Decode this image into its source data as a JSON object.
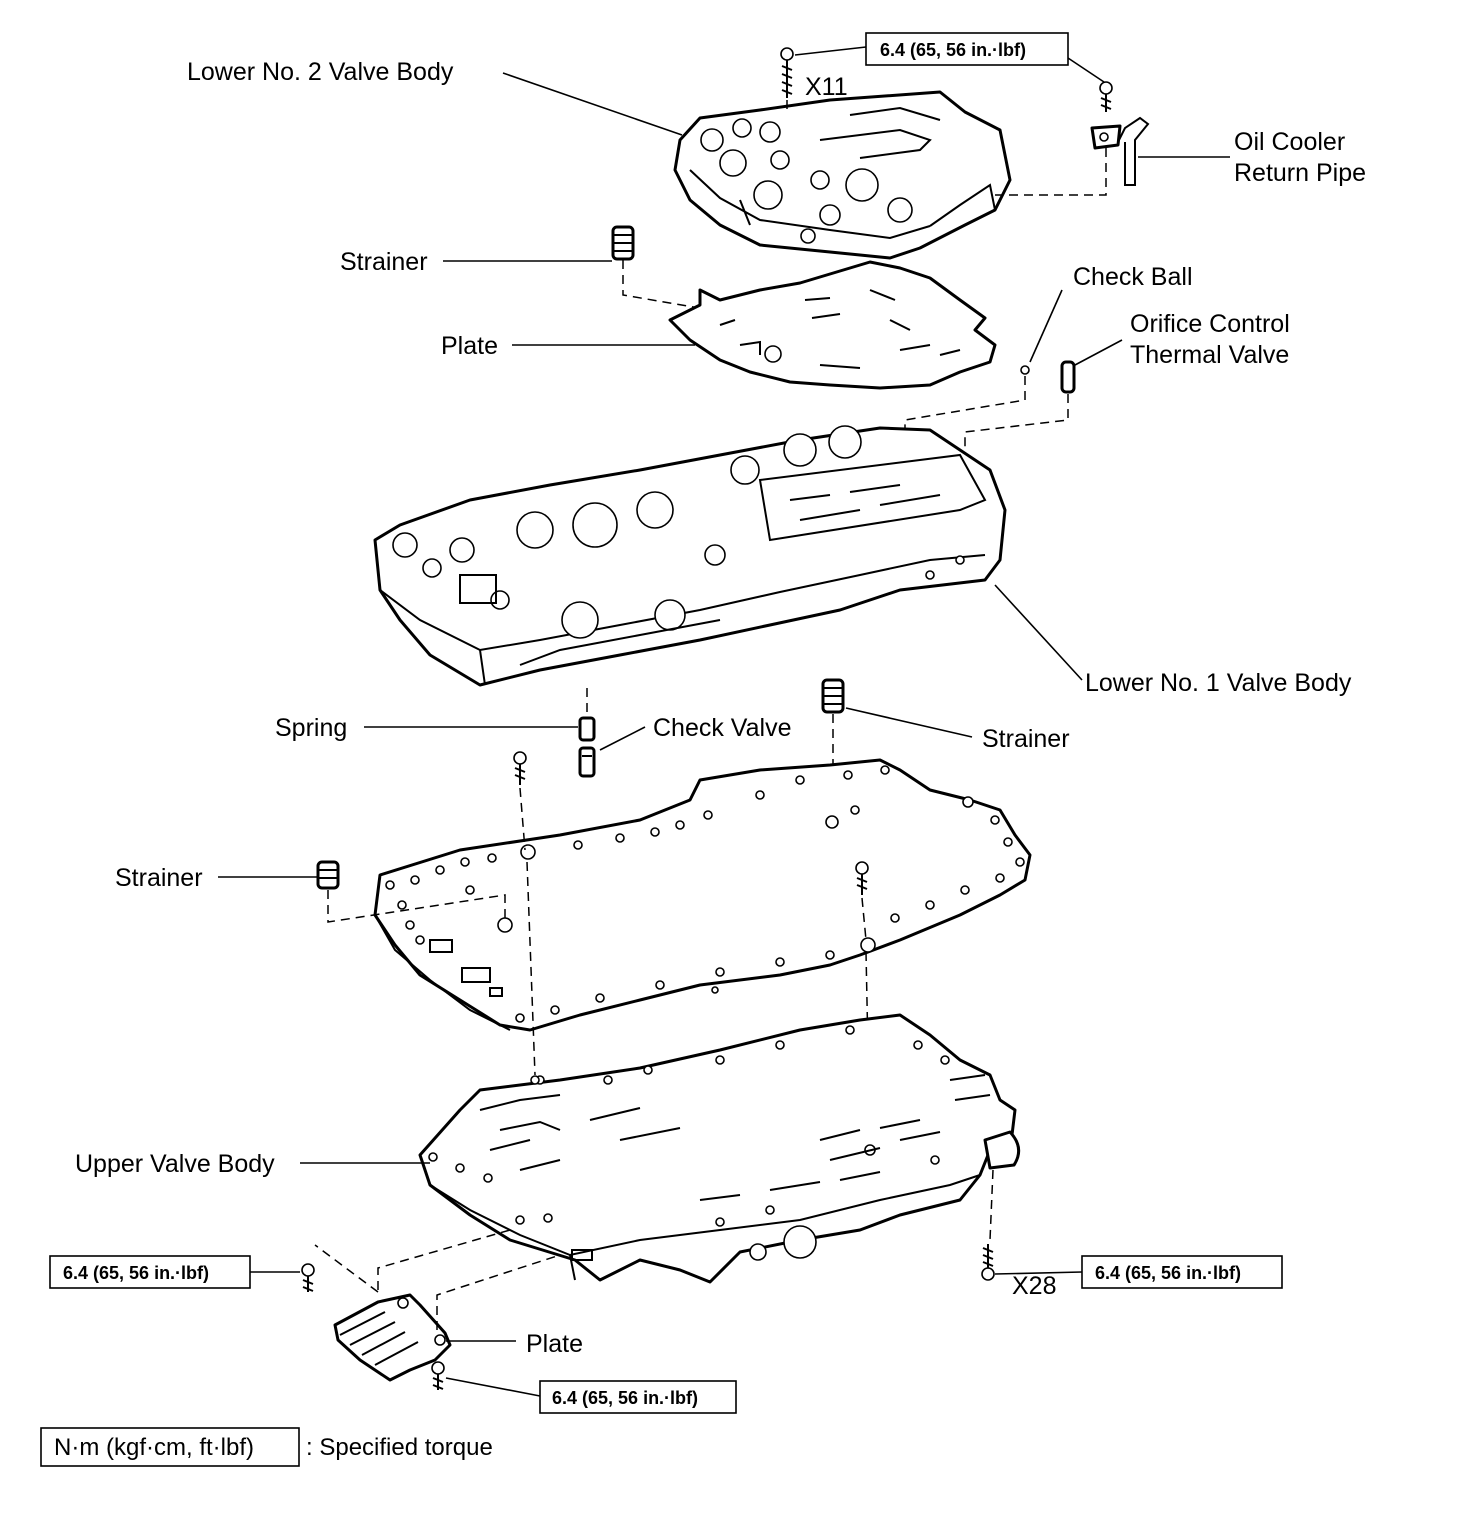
{
  "labels": {
    "lower_no2_valve_body": "Lower No. 2 Valve Body",
    "x11": "X11",
    "oil_cooler_line1": "Oil Cooler",
    "oil_cooler_line2": "Return Pipe",
    "strainer_top": "Strainer",
    "check_ball": "Check Ball",
    "orifice_line1": "Orifice Control",
    "orifice_line2": "Thermal Valve",
    "plate_top": "Plate",
    "lower_no1_valve_body": "Lower No. 1 Valve Body",
    "spring": "Spring",
    "check_valve": "Check Valve",
    "strainer_mid": "Strainer",
    "strainer_left": "Strainer",
    "upper_valve_body": "Upper Valve Body",
    "x28": "X28",
    "plate_bottom": "Plate"
  },
  "torque": {
    "top": "6.4 (65, 56 in.·lbf)",
    "left": "6.4 (65, 56 in.·lbf)",
    "right": "6.4 (65, 56 in.·lbf)",
    "bottom": "6.4 (65, 56 in.·lbf)"
  },
  "legend": {
    "unit": "N·m (kgf·cm, ft·lbf)",
    "description": ": Specified torque"
  }
}
